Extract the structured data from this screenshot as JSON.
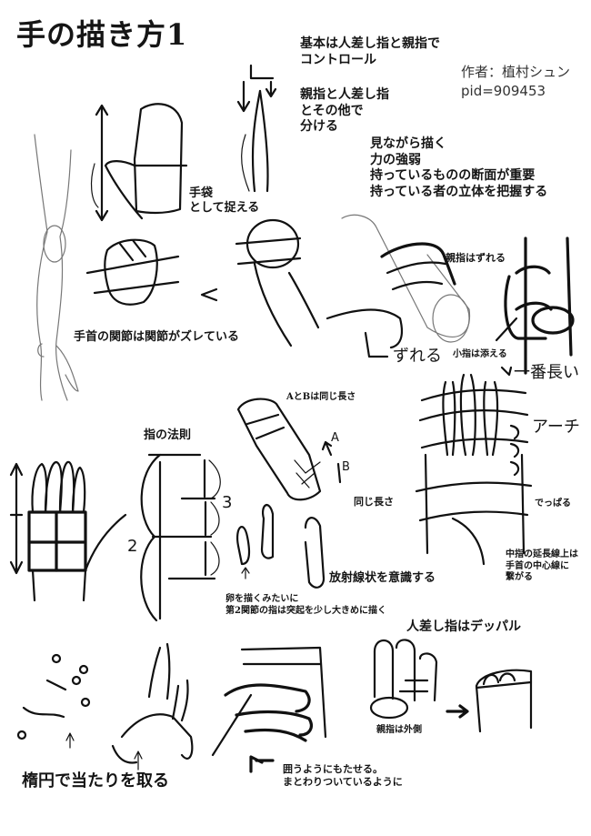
{
  "title": "手の描き方1",
  "author": {
    "credit": "作者：植村シュン",
    "pid": "pid=909453"
  },
  "notes": {
    "control": "基本は人差し指と親指で\nコントロール",
    "separate": "親指と人差し指\nとその他で\n分ける",
    "glove": "手袋\nとして捉える",
    "grip_tips": "見ながら描く\n力の強弱\n持っているものの断面が重要\n持っている者の立体を把握する",
    "wrist": "手首の関節は関節がズレている",
    "thumb_shifts": "親指はずれる",
    "shifts": "ずれる",
    "pinky": "小指は添える",
    "longest": "一番長い",
    "arch": "アーチ",
    "a_b_same": "AとBは同じ長さ",
    "label_a": "A",
    "label_b": "B",
    "same_length": "同じ長さ",
    "protrude": "でっぱる",
    "middle_line": "中指の延長線上は\n手首の中心線に\n繋がる",
    "finger_rule": "指の法則",
    "ratio_2": "2",
    "ratio_3": "3",
    "radial": "放射線状を意識する",
    "egg": "卵を描くみたいに\n第2関節の指は突起を少し大きめに描く",
    "index_protrudes": "人差し指はデッパル",
    "thumb_outside": "親指は外側",
    "ellipse": "楕円で当たりを取る",
    "wrap": "囲うようにもたせる。\nまとわりついているように"
  },
  "colors": {
    "background": "#ffffff",
    "ink": "#111111",
    "author_text": "#333333"
  }
}
